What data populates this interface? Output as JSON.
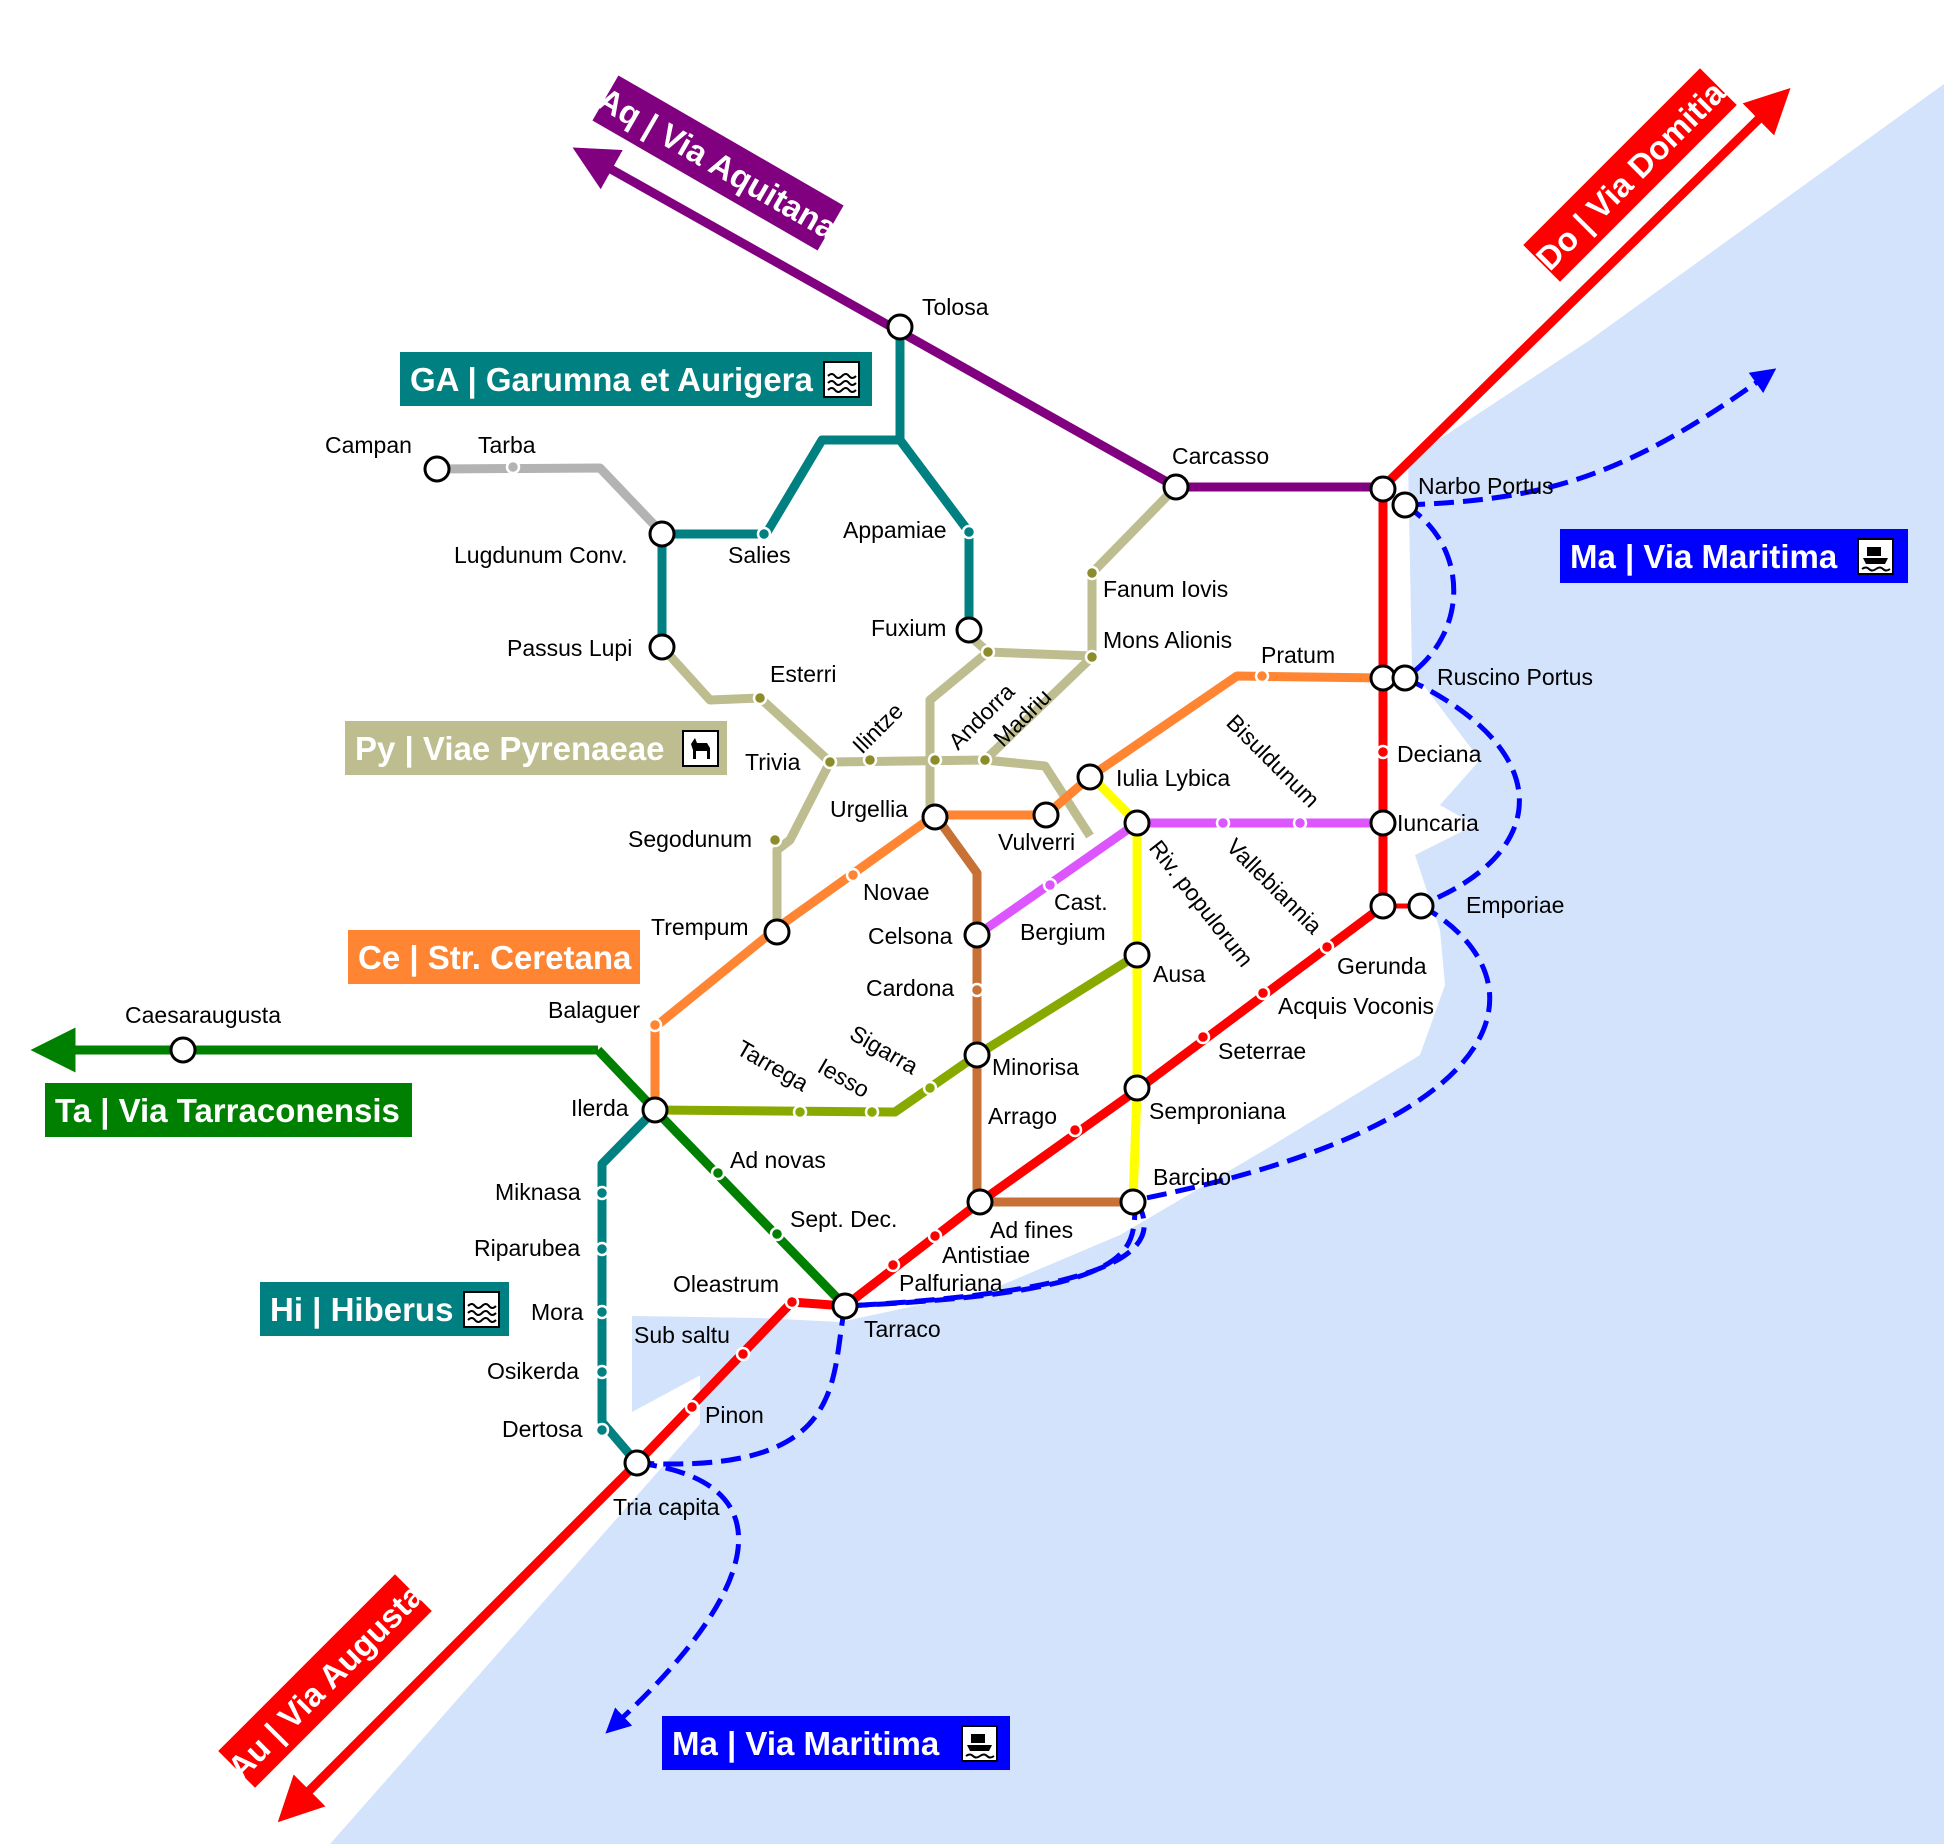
{
  "colors": {
    "sea": "#d3e3fb",
    "domitia": "#ff0000",
    "augusta": "#ff0000",
    "aquitana": "#800080",
    "garumna": "#008080",
    "hiberus": "#008080",
    "pyrenaeae": "#bdbd8f",
    "ceretana": "#ff8533",
    "tarraconensis": "#008000",
    "maritima": "#0000ff",
    "grey": "#b3b3b3",
    "brown": "#c87137",
    "magenta": "#dd55ff",
    "yellow": "#ffff00",
    "olive": "#88aa00",
    "olivedot": "#8c8c2a"
  },
  "lines": {
    "domitia": "Do | Via Domitia",
    "aquitana": "Aq | Via Aquitana",
    "garumna": "GA | Garumna et Aurigera",
    "maritima_east": "Ma | Via Maritima",
    "maritima_south": "Ma | Via Maritima",
    "pyrenaeae": "Py | Viae Pyrenaeae",
    "ceretana": "Ce | Str. Ceretana",
    "tarraconensis": "Ta | Via Tarraconensis",
    "hiberus": "Hi | Hiberus",
    "augusta": "Au | Via Augusta"
  },
  "icons": {
    "garumna": "water-waves-icon",
    "hiberus": "water-waves-icon",
    "maritima": "ship-icon",
    "pyrenaeae": "mountain-goat-icon"
  },
  "stations": {
    "tolosa": "Tolosa",
    "carcasso": "Carcasso",
    "narbo": "Narbo Portus",
    "ruscino": "Ruscino Portus",
    "deciana": "Deciana",
    "iuncaria": "Iuncaria",
    "emporiae": "Emporiae",
    "gerunda": "Gerunda",
    "acquis": "Acquis Voconis",
    "seterrae": "Seterrae",
    "semproniana": "Semproniana",
    "barcino": "Barcino",
    "adfines": "Ad fines",
    "antistiae": "Antistiae",
    "palfuriana": "Palfuriana",
    "tarraco": "Tarraco",
    "oleastrum": "Oleastrum",
    "subsaltu": "Sub saltu",
    "pinon": "Pinon",
    "triacapita": "Tria capita",
    "campan": "Campan",
    "tarba": "Tarba",
    "lugdunum": "Lugdunum Conv.",
    "salies": "Salies",
    "appamiae": "Appamiae",
    "fuxium": "Fuxium",
    "passus": "Passus Lupi",
    "esterri": "Esterri",
    "trivia": "Trivia",
    "ilintze": "Ilintze",
    "andorra": "Andorra",
    "madriu": "Madriu",
    "fanum": "Fanum Iovis",
    "mons": "Mons Alionis",
    "pratum": "Pratum",
    "bisuldunum": "Bisuldunum",
    "iulia": "Iulia Lybica",
    "urgellia": "Urgellia",
    "vulverri": "Vulverri",
    "segodunum": "Segodunum",
    "novae": "Novae",
    "trempum": "Trempum",
    "celsona": "Celsona",
    "castbergium_1": "Cast.",
    "castbergium_2": "Bergium",
    "rivpop": "Riv. populorum",
    "vallebiannia": "Vallebiannia",
    "ausa": "Ausa",
    "cardona": "Cardona",
    "minorisa": "Minorisa",
    "arrago": "Arrago",
    "sigarra": "Sigarra",
    "iesso": "Iesso",
    "tarrega": "Tarrega",
    "balaguer": "Balaguer",
    "ilerda": "Ilerda",
    "caesaraugusta": "Caesaraugusta",
    "adnovas": "Ad novas",
    "septdec": "Sept. Dec.",
    "miknasa": "Miknasa",
    "riparubea": "Riparubea",
    "mora": "Mora",
    "osikerda": "Osikerda",
    "dertosa": "Dertosa"
  }
}
